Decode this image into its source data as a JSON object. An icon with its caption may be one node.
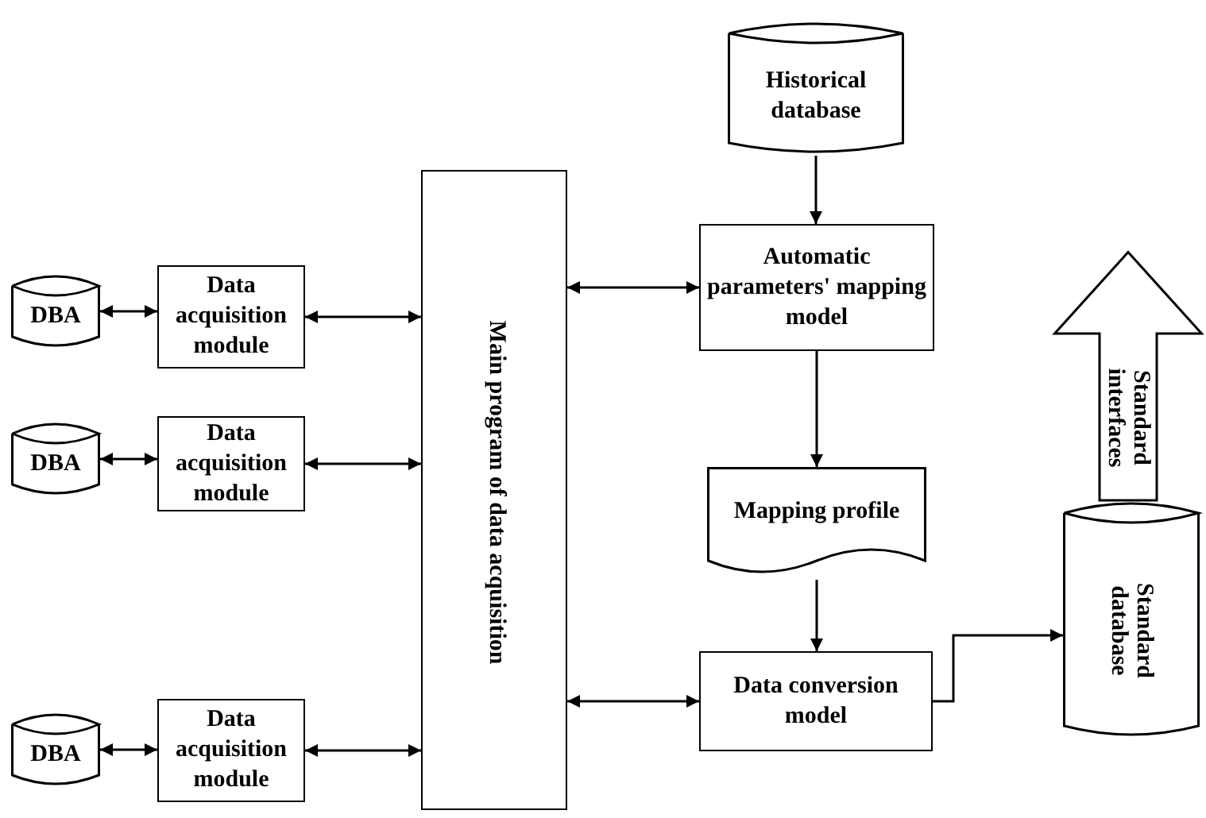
{
  "diagram": {
    "nodes": [
      {
        "text": [
          "Historical database"
        ]
      },
      {
        "text": [
          "Automatic parameters' mapping model"
        ]
      },
      {
        "text": [
          "DBA"
        ]
      },
      {
        "text": [
          "Data acquisition module"
        ]
      },
      {
        "text": [
          "Main program of data acquisition"
        ]
      },
      {
        "text": [
          "Standard interfaces"
        ]
      },
      {
        "text": [
          "DBA"
        ]
      },
      {
        "text": [
          "Data acquisition module"
        ]
      },
      {
        "text": [
          "Mapping profile"
        ]
      },
      {
        "text": [
          "Standard database"
        ]
      },
      {
        "text": [
          "Data conversion model"
        ]
      },
      {
        "text": [
          "DBA"
        ]
      },
      {
        "text": [
          "Data acquisition module"
        ]
      }
    ],
    "edges": [
      {
        "from": 2,
        "to": 3,
        "arrow": "both"
      },
      {
        "from": 3,
        "to": 4,
        "arrow": "both"
      },
      {
        "from": 6,
        "to": 7,
        "arrow": "both"
      },
      {
        "from": 7,
        "to": 4,
        "arrow": "both"
      },
      {
        "from": 11,
        "to": 12,
        "arrow": "both"
      },
      {
        "from": 12,
        "to": 4,
        "arrow": "both"
      },
      {
        "from": 4,
        "to": 1,
        "arrow": "both"
      },
      {
        "from": 4,
        "to": 10,
        "arrow": "both"
      },
      {
        "from": 0,
        "to": 1,
        "arrow": "to"
      },
      {
        "from": 1,
        "to": 8,
        "arrow": "to"
      },
      {
        "from": 8,
        "to": 10,
        "arrow": "to"
      },
      {
        "from": 10,
        "to": 9,
        "arrow": "to"
      }
    ]
  }
}
